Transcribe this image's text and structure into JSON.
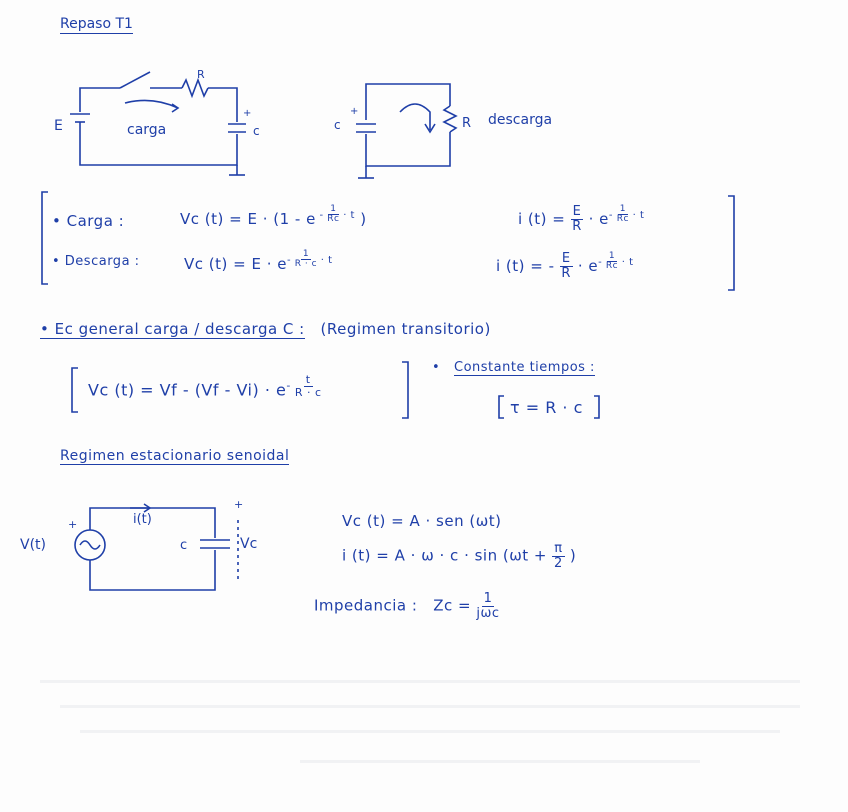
{
  "title": "Repaso T1",
  "circuit1": {
    "source_label": "E",
    "resistor_label": "R",
    "capacitor_label": "c",
    "current_label": "carga",
    "plus": "+"
  },
  "circuit2": {
    "capacitor_label": "c",
    "resistor_label": "R",
    "description": "descarga",
    "plus": "+"
  },
  "equations": {
    "carga_label": "• Carga :",
    "carga_vc_prefix": "Vc (t) = E · (1 - e",
    "carga_vc_exp_frac_num": "1",
    "carga_vc_exp_frac_den": "Rc",
    "carga_vc_exp_suffix": "· t",
    "carga_vc_close": ")",
    "carga_i_prefix": "i (t) =",
    "carga_i_frac_num": "E",
    "carga_i_frac_den": "R",
    "carga_i_mid": "· e",
    "carga_i_exp_num": "1",
    "carga_i_exp_den": "Rc",
    "carga_i_exp_suffix": "· t",
    "descarga_label": "• Descarga :",
    "descarga_vc_prefix": "Vc (t) = E · e",
    "descarga_vc_exp_num": "1",
    "descarga_vc_exp_den": "R · c",
    "descarga_vc_exp_suffix": "· t",
    "descarga_i_prefix": "i (t) = -",
    "descarga_i_frac_num": "E",
    "descarga_i_frac_den": "R",
    "descarga_i_mid": "· e",
    "descarga_i_exp_num": "1",
    "descarga_i_exp_den": "Rc",
    "descarga_i_exp_suffix": "· t"
  },
  "general": {
    "heading": "• Ec general carga / descarga C :",
    "regime": "(Regimen transitorio)",
    "formula_prefix": "Vc (t) = Vf - (Vf - Vi) · e",
    "formula_exp_num": "t",
    "formula_exp_den": "R · c",
    "bullet": "•",
    "tc_heading": "Constante tiempos :",
    "tc_formula": "τ = R · c"
  },
  "sinusoidal": {
    "heading": "Regimen estacionario senoidal",
    "source_label": "V(t)",
    "plus1": "+",
    "plus2": "+",
    "current_label": "i(t)",
    "capacitor_label": "c",
    "voltage_label": "Vc",
    "vc_eq": "Vc (t) = A · sen (ωt)",
    "i_eq_prefix": "i (t) = A · ω · c · sin (ωt +",
    "i_eq_frac_num": "π",
    "i_eq_frac_den": "2",
    "i_eq_close": ")",
    "imp_label": "Impedancia :",
    "imp_prefix": "Zc =",
    "imp_frac_num": "1",
    "imp_frac_den": "jωc"
  }
}
